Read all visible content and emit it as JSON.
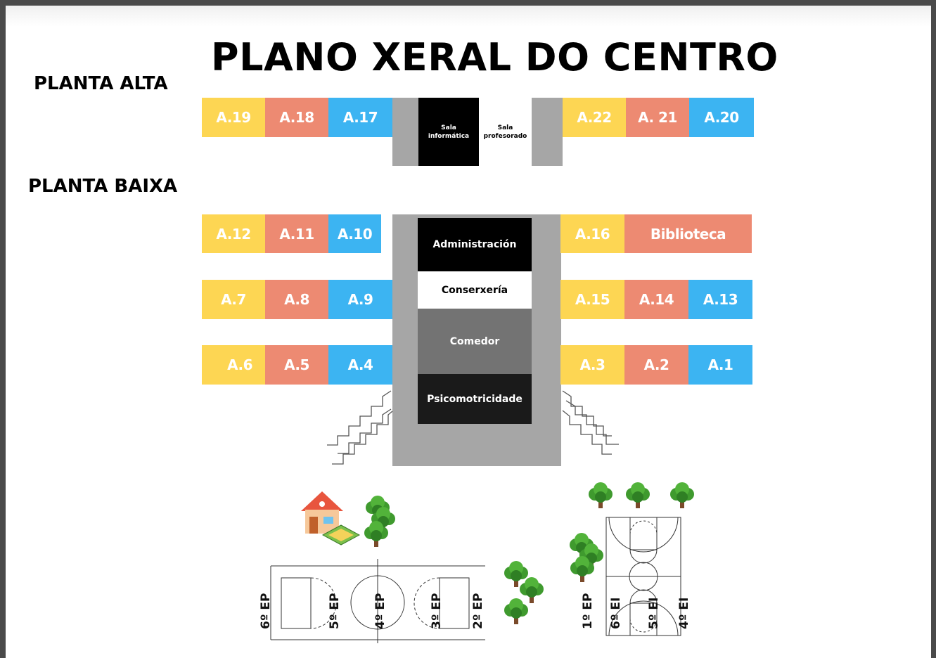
{
  "title": "PLANO XERAL DO CENTRO",
  "floors": {
    "upper": "PLANTA ALTA",
    "lower": "PLANTA BAIXA"
  },
  "upper_rooms": {
    "left": [
      "A.19",
      "A.18",
      "A.17"
    ],
    "right": [
      "A.22",
      "A. 21",
      "A.20"
    ],
    "sala_informatica": "Sala\ninformática",
    "sala_profesorado": "Sala\nprofesorado"
  },
  "lower_rooms": {
    "row1_left": [
      "A.12",
      "A.11",
      "A.10"
    ],
    "row1_right": [
      "A.16",
      "Biblioteca"
    ],
    "row2_left": [
      "A.7",
      "A.8",
      "A.9"
    ],
    "row2_right": [
      "A.15",
      "A.14",
      "A.13"
    ],
    "row3_left": [
      "A.6",
      "A.5",
      "A.4"
    ],
    "row3_right": [
      "A.3",
      "A.2",
      "A.1"
    ]
  },
  "services": {
    "administracion": "Administración",
    "conserxeria": "Conserxería",
    "comedor": "Comedor",
    "psicomotricidade": "Psicomotricidade"
  },
  "fields": {
    "football": [
      "6º EP",
      "5º EP",
      "4º EP",
      "3º EP",
      "2º EP"
    ],
    "basket": [
      "1º EP",
      "6º EI",
      "5º EI",
      "4º EI"
    ]
  },
  "colors": {
    "yellow": "#fdd653",
    "salmon": "#ed8a72",
    "blue": "#3cb4f2",
    "gray": "#a6a6a6"
  },
  "icons": [
    "house-icon",
    "tree-icon",
    "sandbox-icon"
  ]
}
